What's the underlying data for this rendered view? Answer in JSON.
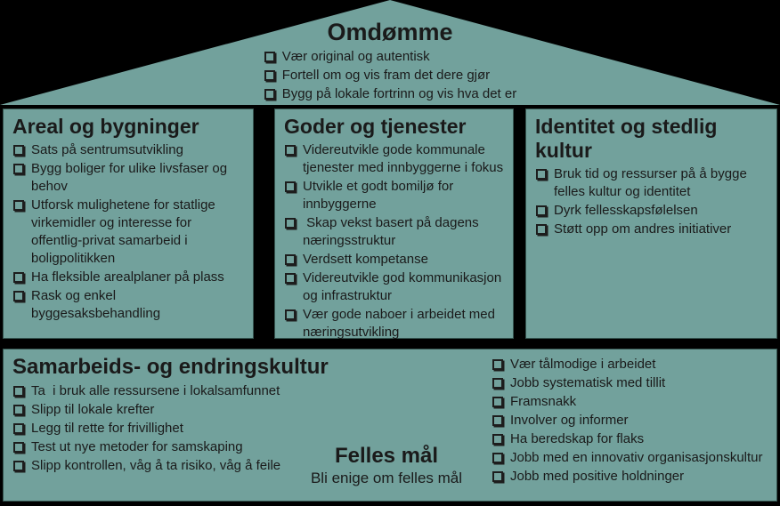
{
  "colors": {
    "background": "#000000",
    "panel_fill": "#72a19c",
    "panel_border": "#35544f",
    "text": "#1a1a1a"
  },
  "roof": {
    "title": "Omdømme",
    "items": [
      "Vær original og autentisk",
      "Fortell om og vis fram det dere gjør",
      "Bygg på lokale fortrinn og vis hva det er"
    ]
  },
  "boxes": [
    {
      "title": "Areal og bygninger",
      "items": [
        "Sats på sentrumsutvikling",
        "Bygg boliger for ulike livsfaser og behov",
        "Utforsk mulighetene for statlige virkemidler og interesse for offentlig-privat samarbeid i boligpolitikken",
        "Ha fleksible arealplaner på plass",
        "Rask og enkel byggesaksbehandling"
      ]
    },
    {
      "title": "Goder og tjenester",
      "items": [
        "Videreutvikle gode kommunale tjenester med innbyggerne i fokus",
        "Utvikle et godt bomiljø for innbyggerne",
        " Skap vekst basert på dagens næringsstruktur",
        "Verdsett kompetanse",
        "Videreutvikle god kommunikasjon og infrastruktur",
        "Vær gode naboer i arbeidet med næringsutvikling"
      ]
    },
    {
      "title": "Identitet og stedlig kultur",
      "items": [
        "Bruk tid og ressurser på å bygge felles kultur og identitet",
        "Dyrk fellesskapsfølelsen",
        "Støtt opp om andres initiativer"
      ]
    }
  ],
  "base": {
    "title": "Samarbeids- og endringskultur",
    "left_items": [
      "Ta  i bruk alle ressursene i lokalsamfunnet",
      "Slipp til lokale krefter",
      "Legg til rette for frivillighet",
      "Test ut nye metoder for samskaping",
      "Slipp kontrollen, våg å ta risiko, våg å feile"
    ],
    "right_items": [
      "Vær tålmodige i arbeidet",
      "Jobb systematisk med tillit",
      "Framsnakk",
      "Involver og informer",
      "Ha beredskap for flaks",
      "Jobb med en innovativ organisasjonskultur",
      "Jobb med positive holdninger"
    ],
    "goal_title": "Felles mål",
    "goal_subtitle": "Bli enige om felles mål"
  }
}
